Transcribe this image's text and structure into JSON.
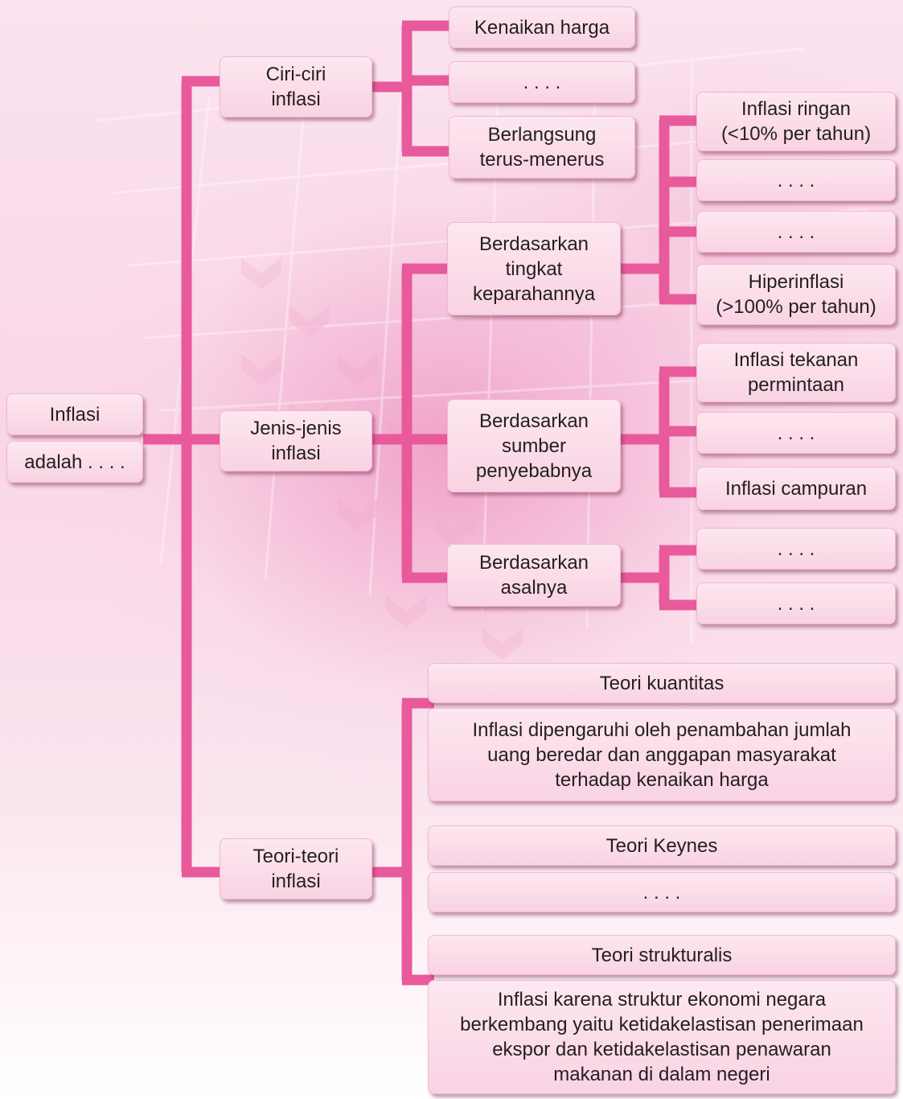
{
  "root": {
    "title": "Inflasi",
    "definition": "adalah . . . ."
  },
  "ciri": {
    "label": "Ciri-ciri\ninflasi",
    "items": [
      "Kenaikan  harga",
      ". . . .",
      "Berlangsung\nterus-menerus"
    ]
  },
  "jenis": {
    "label": "Jenis-jenis\ninflasi",
    "tingkat": {
      "label": "Berdasarkan\ntingkat\nkeparahannya",
      "items": [
        "Inflasi ringan\n(<10% per tahun)",
        ". . . .",
        ". . . .",
        "Hiperinflasi\n(>100% per tahun)"
      ]
    },
    "sumber": {
      "label": "Berdasarkan\nsumber\npenyebabnya",
      "items": [
        "Inflasi tekanan\npermintaan",
        ". . . .",
        "Inflasi campuran"
      ]
    },
    "asal": {
      "label": "Berdasarkan\nasalnya",
      "items": [
        ". . . .",
        ". . . ."
      ]
    }
  },
  "teori": {
    "label": "Teori-teori\ninflasi",
    "items": [
      {
        "title": "Teori kuantitas",
        "desc": "Inflasi dipengaruhi oleh penambahan jumlah\nuang beredar dan anggapan masyarakat\nterhadap kenaikan harga"
      },
      {
        "title": "Teori Keynes",
        "desc": ". . . ."
      },
      {
        "title": "Teori strukturalis",
        "desc": "Inflasi karena struktur ekonomi negara\nberkembang yaitu ketidakelastisan penerimaan\nekspor dan ketidakelastisan penawaran\nmakanan di dalam negeri"
      }
    ]
  },
  "colors": {
    "connector": "#e85a9c",
    "box_top": "#fde7f0",
    "box_bottom": "#f9d3e3"
  }
}
